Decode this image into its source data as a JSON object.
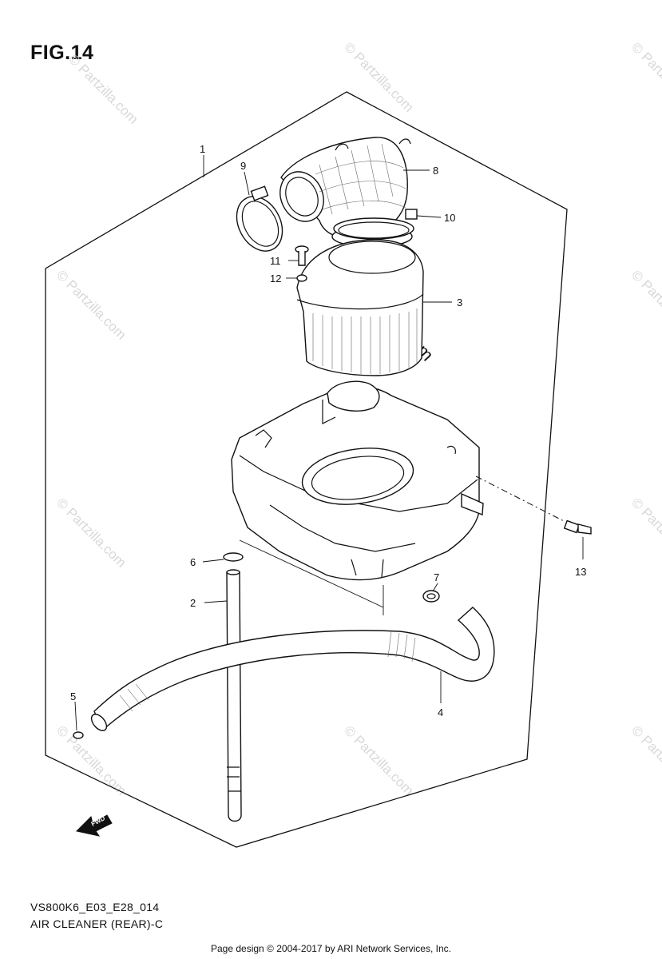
{
  "figure": {
    "title": "FIG.14",
    "model_code": "VS800K6_E03_E28_014",
    "section_name": "AIR CLEANER (REAR)-C"
  },
  "footer": "Page design © 2004-2017 by ARI Network Services, Inc.",
  "watermark_text": "© Partzilla.com",
  "direction_arrow_label": "FWD",
  "callouts": [
    "1",
    "2",
    "3",
    "4",
    "5",
    "6",
    "7",
    "8",
    "9",
    "10",
    "11",
    "12",
    "13"
  ]
}
